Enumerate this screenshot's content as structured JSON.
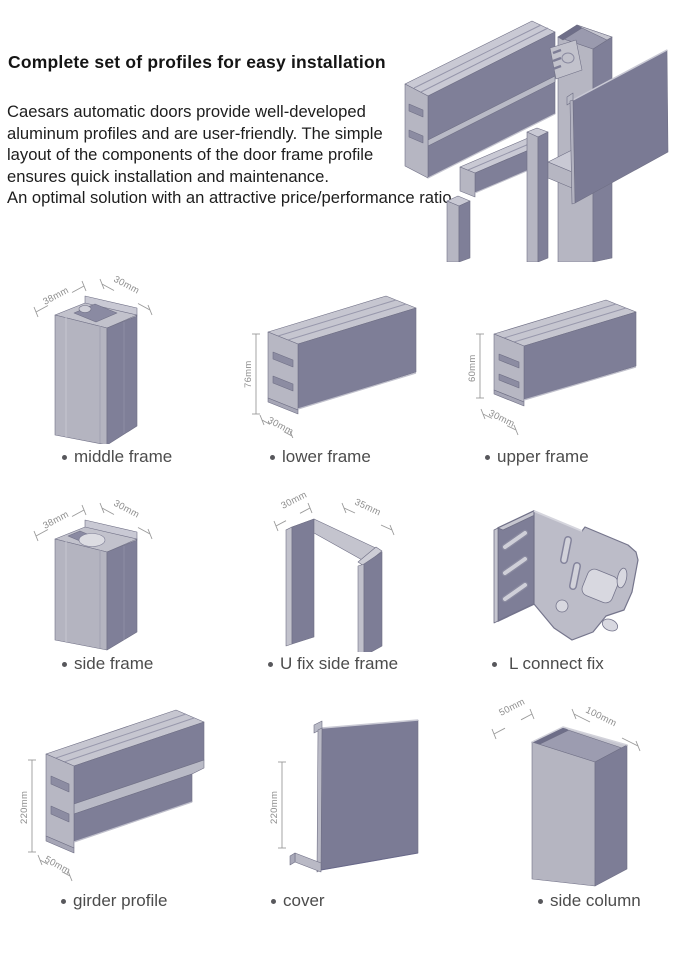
{
  "page": {
    "title": "Complete set of profiles for easy installation",
    "intro_lines": [
      "Caesars automatic doors provide well-developed",
      "aluminum profiles and are user-friendly. The simple",
      "layout of the components of the door frame profile",
      "ensures quick installation and maintenance.",
      "An optimal solution with an attractive price/performance ratio."
    ]
  },
  "profiles": [
    {
      "label": "middle frame",
      "d1": "38mm",
      "d2": "30mm"
    },
    {
      "label": "lower frame",
      "d1": "76mm",
      "d2": "30mm"
    },
    {
      "label": "upper frame",
      "d1": "60mm",
      "d2": "30mm"
    },
    {
      "label": "side frame",
      "d1": "38mm",
      "d2": "30mm"
    },
    {
      "label": "U fix side frame",
      "d1": "30mm",
      "d2": "35mm"
    },
    {
      "label": "L connect fix"
    },
    {
      "label": "girder profile",
      "d1": "220mm",
      "d2": "50mm"
    },
    {
      "label": "cover",
      "d1": "220mm"
    },
    {
      "label": "side column",
      "d1": "50mm",
      "d2": "100mm"
    }
  ],
  "colors": {
    "face_dark": "#7f7f98",
    "face_light": "#b6b6c2",
    "face_top": "#c9c9d4",
    "face_inner": "#9c9cb0",
    "edge": "#6f6f85",
    "dim_text": "#8e8e8e",
    "label_text": "#4c4c4c",
    "title_text": "#141414"
  }
}
